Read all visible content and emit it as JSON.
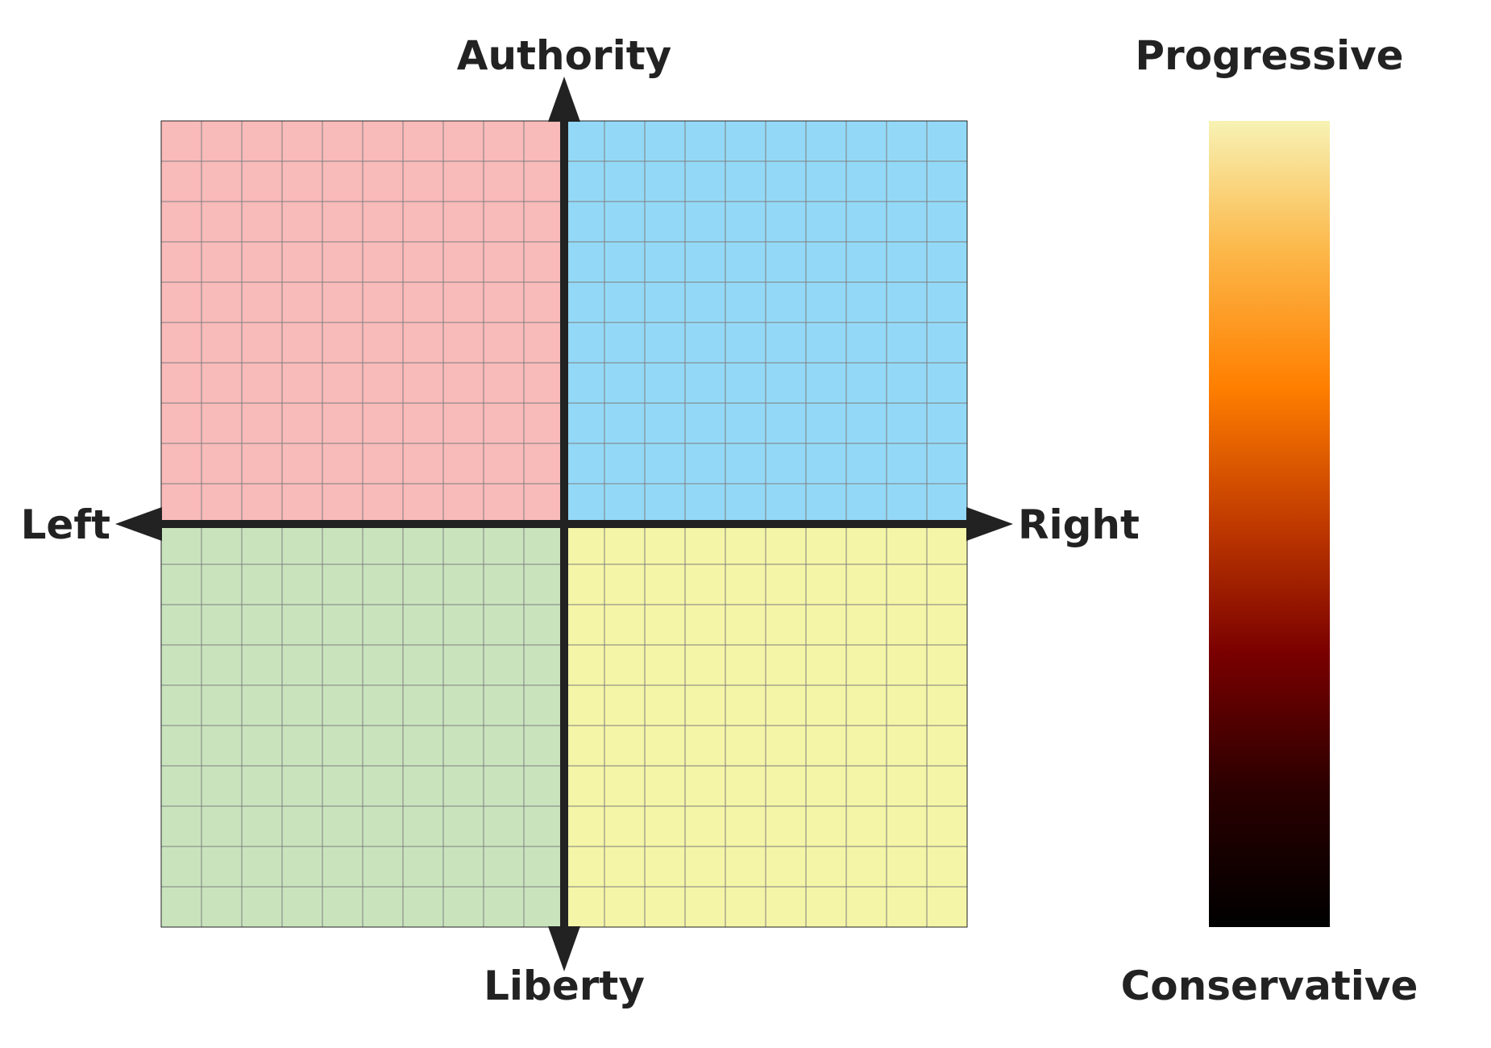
{
  "axes": {
    "top": "Authority",
    "bottom": "Liberty",
    "left": "Left",
    "right": "Right"
  },
  "scale": {
    "top": "Progressive",
    "bottom": "Conservative",
    "gradient": [
      "#f7f2b4",
      "#fcb84a",
      "#ff7f00",
      "#c03a00",
      "#7a0000",
      "#2a0000",
      "#000000"
    ]
  },
  "quadrants": [
    {
      "id": "authoritarian-left",
      "color": "#f9baba"
    },
    {
      "id": "authoritarian-right",
      "color": "#93d9f7"
    },
    {
      "id": "libertarian-left",
      "color": "#c9e4bd"
    },
    {
      "id": "libertarian-right",
      "color": "#f5f5a7"
    }
  ],
  "grid": {
    "cells_per_side": 20,
    "line_color": "#7f7f7f",
    "axis_color": "#222222"
  }
}
